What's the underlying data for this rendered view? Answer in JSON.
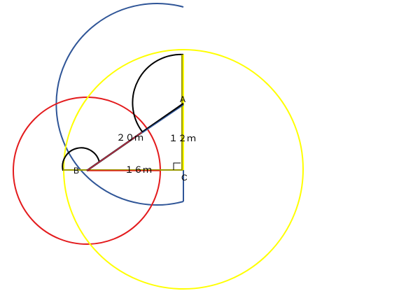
{
  "labels": {
    "point_a": "A",
    "point_b": "B",
    "point_c": "C",
    "side_ab": "２０ｍ",
    "side_ac": "１２ｍ",
    "side_bc": "１６ｍ"
  },
  "colors": {
    "red_circle": "#e31a1c",
    "blue_sector": "#2f5597",
    "yellow_circle": "#ffff00",
    "olive_line": "#9a9a00",
    "black": "#000000",
    "crimson_line": "#c0304a"
  }
}
